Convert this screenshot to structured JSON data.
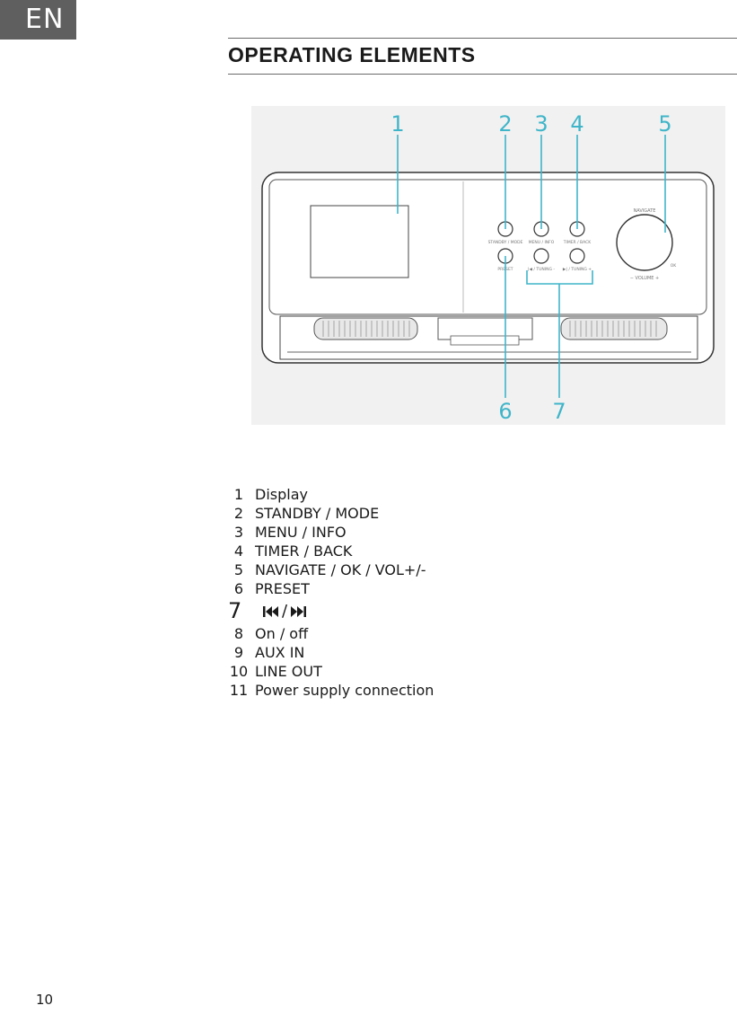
{
  "lang_tab": "EN",
  "section_title": "OPERATING ELEMENTS",
  "figure": {
    "callouts": [
      "1",
      "2",
      "3",
      "4",
      "5",
      "6",
      "7"
    ],
    "panel_labels": {
      "standby_mode": "STANDBY / MODE",
      "menu_info": "MENU / INFO",
      "timer_back": "TIMER / BACK",
      "preset": "PRESET",
      "tuning_down": "|◀ / TUNING -",
      "tuning_up": "▶| / TUNING +",
      "navigate": "NAVIGATE",
      "ok": "OK",
      "volume": "−  VOLUME  +"
    },
    "accent_color": "#3fb5c9"
  },
  "items": [
    {
      "num": "1",
      "label": "Display"
    },
    {
      "num": "2",
      "label": "STANDBY / MODE"
    },
    {
      "num": "3",
      "label": "MENU / INFO"
    },
    {
      "num": "4",
      "label": "TIMER / BACK"
    },
    {
      "num": "5",
      "label": "NAVIGATE / OK / VOL+/-"
    },
    {
      "num": "6",
      "label": "PRESET"
    },
    {
      "num": "7",
      "label": "/"
    },
    {
      "num": "8",
      "label": "On / off"
    },
    {
      "num": "9",
      "label": "AUX IN"
    },
    {
      "num": "10",
      "label": "LINE OUT"
    },
    {
      "num": "11",
      "label": "Power supply connection"
    }
  ],
  "page_number": "10"
}
